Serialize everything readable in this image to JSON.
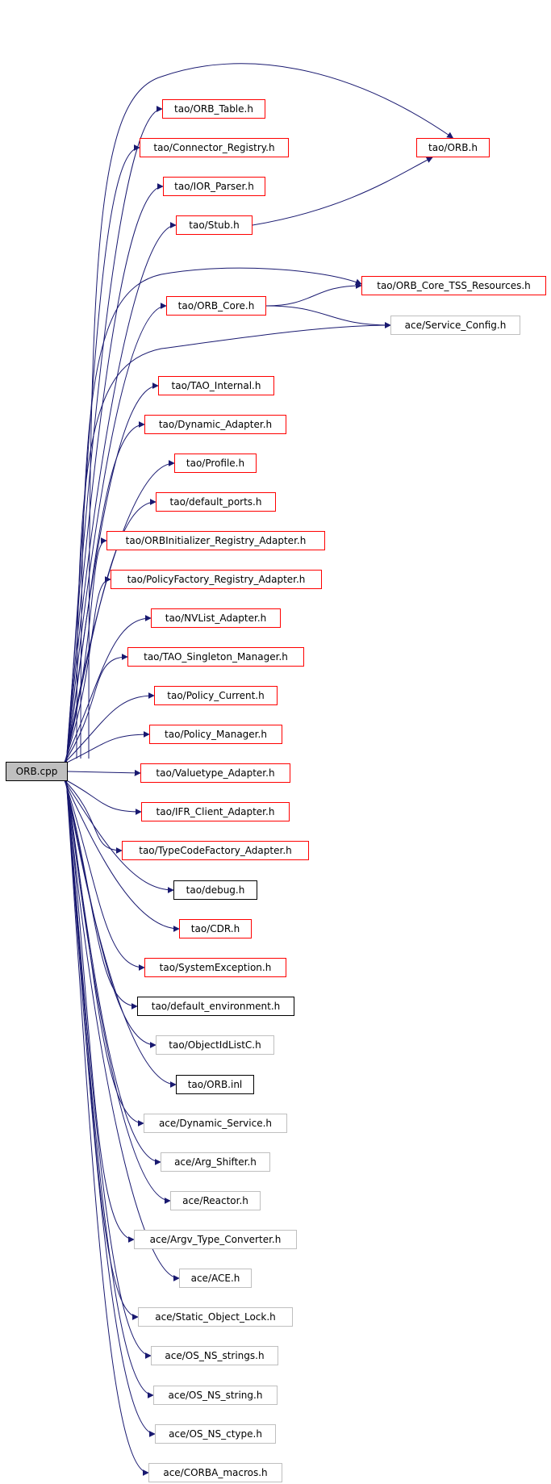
{
  "colors": {
    "edge": "#191970",
    "missing_header_border": "#ff0000",
    "documented_border": "#000000",
    "external_border": "#bfbfbf",
    "root_fill": "#bfbfbf"
  },
  "root": {
    "label": "ORB.cpp"
  },
  "nodes": [
    {
      "id": "orb_h",
      "label": "tao/ORB.h",
      "style": "red"
    },
    {
      "id": "orb_table",
      "label": "tao/ORB_Table.h",
      "style": "red"
    },
    {
      "id": "connector_registry",
      "label": "tao/Connector_Registry.h",
      "style": "red"
    },
    {
      "id": "ior_parser",
      "label": "tao/IOR_Parser.h",
      "style": "red"
    },
    {
      "id": "stub",
      "label": "tao/Stub.h",
      "style": "red"
    },
    {
      "id": "orb_core_tss",
      "label": "tao/ORB_Core_TSS_Resources.h",
      "style": "red"
    },
    {
      "id": "orb_core",
      "label": "tao/ORB_Core.h",
      "style": "red"
    },
    {
      "id": "service_config",
      "label": "ace/Service_Config.h",
      "style": "gray"
    },
    {
      "id": "tao_internal",
      "label": "tao/TAO_Internal.h",
      "style": "red"
    },
    {
      "id": "dynamic_adapter",
      "label": "tao/Dynamic_Adapter.h",
      "style": "red"
    },
    {
      "id": "profile",
      "label": "tao/Profile.h",
      "style": "red"
    },
    {
      "id": "default_ports",
      "label": "tao/default_ports.h",
      "style": "red"
    },
    {
      "id": "orbinit_adapter",
      "label": "tao/ORBInitializer_Registry_Adapter.h",
      "style": "red"
    },
    {
      "id": "policyfactory_adapter",
      "label": "tao/PolicyFactory_Registry_Adapter.h",
      "style": "red"
    },
    {
      "id": "nvlist_adapter",
      "label": "tao/NVList_Adapter.h",
      "style": "red"
    },
    {
      "id": "singleton_manager",
      "label": "tao/TAO_Singleton_Manager.h",
      "style": "red"
    },
    {
      "id": "policy_current",
      "label": "tao/Policy_Current.h",
      "style": "red"
    },
    {
      "id": "policy_manager",
      "label": "tao/Policy_Manager.h",
      "style": "red"
    },
    {
      "id": "valuetype_adapter",
      "label": "tao/Valuetype_Adapter.h",
      "style": "red"
    },
    {
      "id": "ifr_client_adapter",
      "label": "tao/IFR_Client_Adapter.h",
      "style": "red"
    },
    {
      "id": "typecodefactory_adapter",
      "label": "tao/TypeCodeFactory_Adapter.h",
      "style": "red"
    },
    {
      "id": "debug",
      "label": "tao/debug.h",
      "style": "black"
    },
    {
      "id": "cdr",
      "label": "tao/CDR.h",
      "style": "red"
    },
    {
      "id": "systemexception",
      "label": "tao/SystemException.h",
      "style": "red"
    },
    {
      "id": "default_environment",
      "label": "tao/default_environment.h",
      "style": "black"
    },
    {
      "id": "objectidlistc",
      "label": "tao/ObjectIdListC.h",
      "style": "gray"
    },
    {
      "id": "orb_inl",
      "label": "tao/ORB.inl",
      "style": "black"
    },
    {
      "id": "dynamic_service",
      "label": "ace/Dynamic_Service.h",
      "style": "gray"
    },
    {
      "id": "arg_shifter",
      "label": "ace/Arg_Shifter.h",
      "style": "gray"
    },
    {
      "id": "reactor",
      "label": "ace/Reactor.h",
      "style": "gray"
    },
    {
      "id": "argv_type_converter",
      "label": "ace/Argv_Type_Converter.h",
      "style": "gray"
    },
    {
      "id": "ace_h",
      "label": "ace/ACE.h",
      "style": "gray"
    },
    {
      "id": "static_object_lock",
      "label": "ace/Static_Object_Lock.h",
      "style": "gray"
    },
    {
      "id": "os_ns_strings",
      "label": "ace/OS_NS_strings.h",
      "style": "gray"
    },
    {
      "id": "os_ns_string",
      "label": "ace/OS_NS_string.h",
      "style": "gray"
    },
    {
      "id": "os_ns_ctype",
      "label": "ace/OS_NS_ctype.h",
      "style": "gray"
    },
    {
      "id": "corba_macros",
      "label": "ace/CORBA_macros.h",
      "style": "gray"
    }
  ],
  "edges": [
    [
      "root",
      "orb_h"
    ],
    [
      "root",
      "orb_table"
    ],
    [
      "root",
      "connector_registry"
    ],
    [
      "root",
      "ior_parser"
    ],
    [
      "root",
      "stub"
    ],
    [
      "stub",
      "orb_h"
    ],
    [
      "root",
      "orb_core_tss"
    ],
    [
      "root",
      "orb_core"
    ],
    [
      "orb_core",
      "orb_core_tss"
    ],
    [
      "orb_core",
      "service_config"
    ],
    [
      "root",
      "service_config"
    ],
    [
      "root",
      "tao_internal"
    ],
    [
      "root",
      "dynamic_adapter"
    ],
    [
      "root",
      "profile"
    ],
    [
      "root",
      "default_ports"
    ],
    [
      "root",
      "orbinit_adapter"
    ],
    [
      "root",
      "policyfactory_adapter"
    ],
    [
      "root",
      "nvlist_adapter"
    ],
    [
      "root",
      "singleton_manager"
    ],
    [
      "root",
      "policy_current"
    ],
    [
      "root",
      "policy_manager"
    ],
    [
      "root",
      "valuetype_adapter"
    ],
    [
      "root",
      "ifr_client_adapter"
    ],
    [
      "root",
      "typecodefactory_adapter"
    ],
    [
      "root",
      "debug"
    ],
    [
      "root",
      "cdr"
    ],
    [
      "root",
      "systemexception"
    ],
    [
      "root",
      "default_environment"
    ],
    [
      "root",
      "objectidlistc"
    ],
    [
      "root",
      "orb_inl"
    ],
    [
      "root",
      "dynamic_service"
    ],
    [
      "root",
      "arg_shifter"
    ],
    [
      "root",
      "reactor"
    ],
    [
      "root",
      "argv_type_converter"
    ],
    [
      "root",
      "ace_h"
    ],
    [
      "root",
      "static_object_lock"
    ],
    [
      "root",
      "os_ns_strings"
    ],
    [
      "root",
      "os_ns_string"
    ],
    [
      "root",
      "os_ns_ctype"
    ],
    [
      "root",
      "corba_macros"
    ]
  ]
}
